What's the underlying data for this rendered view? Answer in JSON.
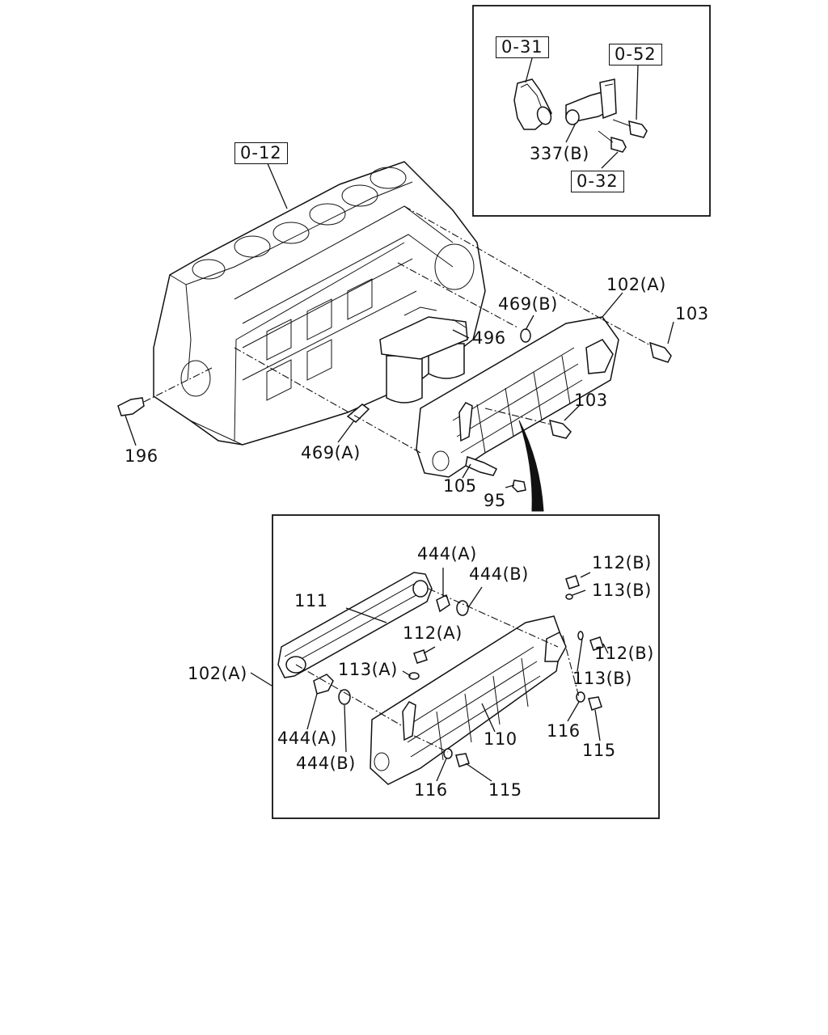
{
  "refs": {
    "r012": "0-12",
    "r031": "0-31",
    "r052": "0-52",
    "r032": "0-32"
  },
  "labels": {
    "l337b": "337(B)",
    "l102a_top": "102(A)",
    "l103_top": "103",
    "l469b": "469(B)",
    "l496": "496",
    "l103_mid": "103",
    "l196": "196",
    "l469a": "469(A)",
    "l105": "105",
    "l95": "95",
    "l444a_top": "444(A)",
    "l444b_top": "444(B)",
    "l112b_1": "112(B)",
    "l113b_1": "113(B)",
    "l111": "111",
    "l112a": "112(A)",
    "l112b_2": "112(B)",
    "l113a": "113(A)",
    "l113b_2": "113(B)",
    "l102a_left": "102(A)",
    "l444a_bot": "444(A)",
    "l444b_bot": "444(B)",
    "l110": "110",
    "l116_right": "116",
    "l115_right": "115",
    "l116_bot": "116",
    "l115_bot": "115"
  }
}
